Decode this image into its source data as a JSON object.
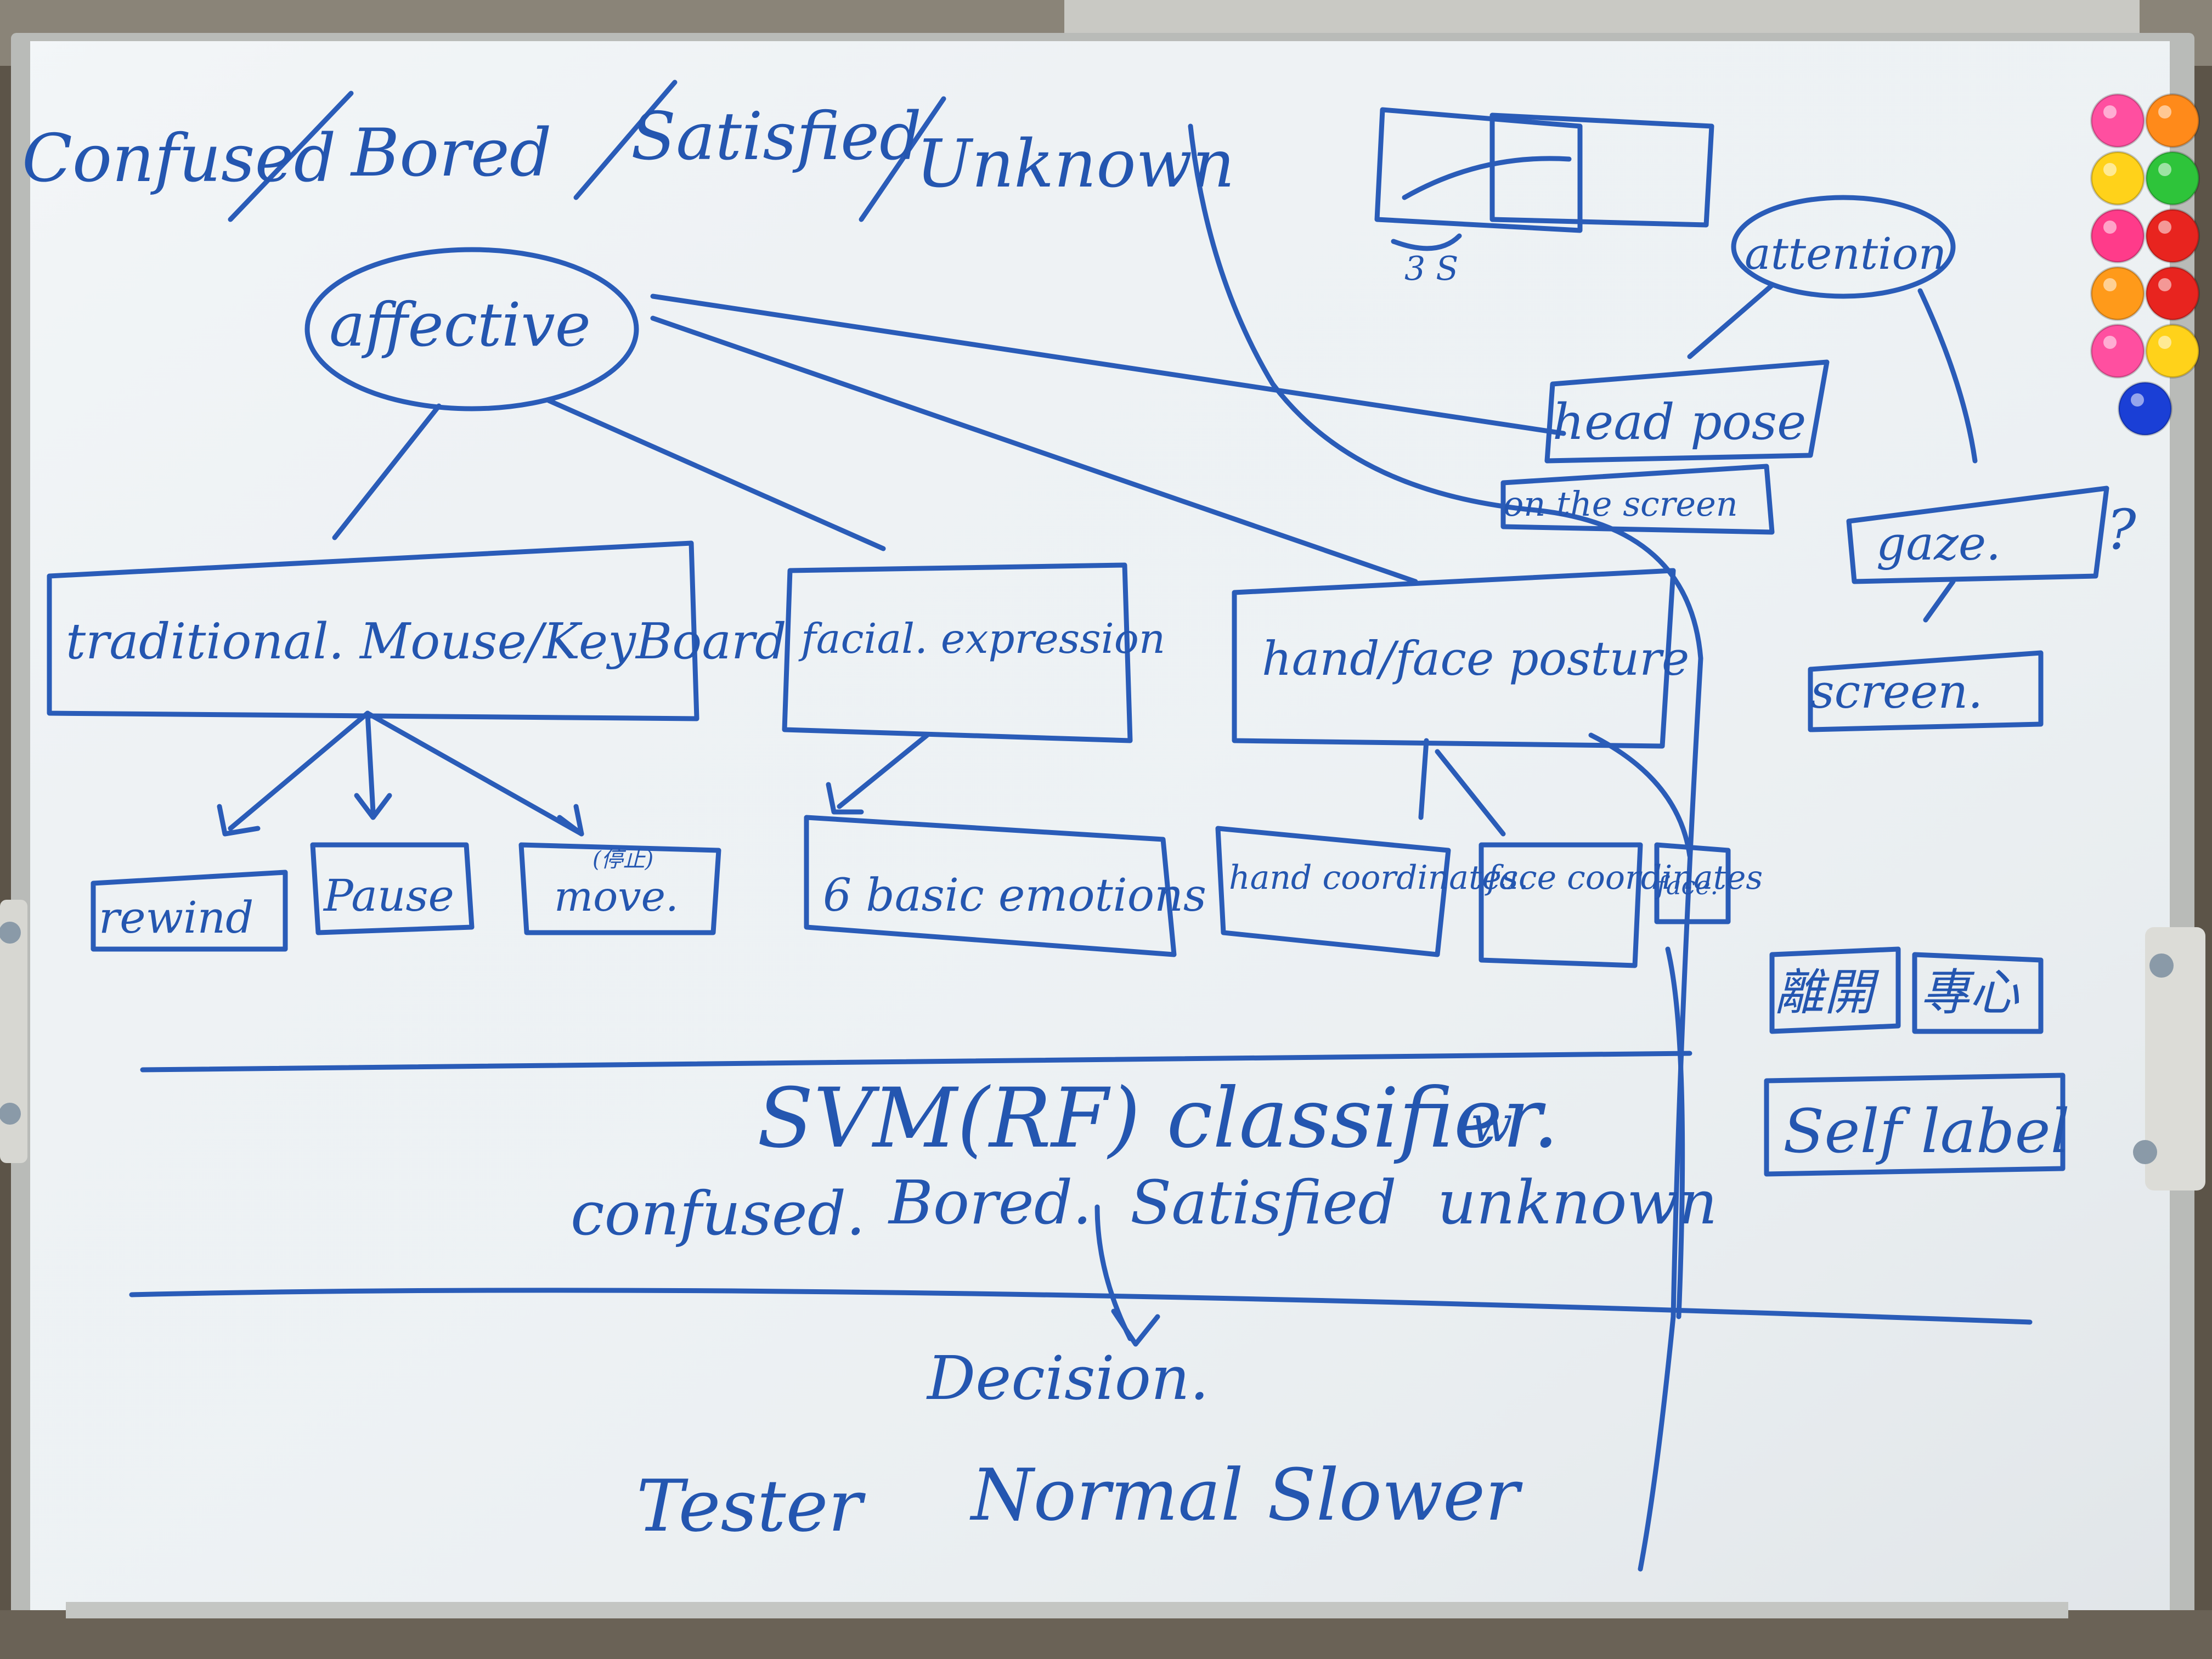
{
  "board": {
    "title_line": [
      "Confused",
      "Bored",
      "Satisfied",
      "Unknown"
    ],
    "nodes": {
      "affective": "affective",
      "attention": "attention",
      "traditional": "traditional. Mouse/KeyBoard",
      "facial": "facial. expression",
      "handface": "hand/face posture",
      "head_pose": "head pose",
      "on_screen": "on the screen",
      "gaze": "gaze.",
      "gaze_q": "?",
      "screen": "screen.",
      "rewind": "rewind",
      "pause": "Pause",
      "move": "move.",
      "move_note": "(停止)",
      "basic": "6 basic emotions",
      "hand_coord": "hand coordinates.",
      "face_coord": "face coordinates",
      "face_small": "face.",
      "three_s": "3 S",
      "cjk1": "離開",
      "cjk2": "專心",
      "self_label": "Self label"
    },
    "classifier": "SVM(RF) classifier.",
    "classifier_aside": "w",
    "classes": [
      "confused.",
      "Bored.",
      "Satisfied",
      "unknown"
    ],
    "decision": "Decision.",
    "levels": [
      "Tester",
      "Normal",
      "Slower"
    ]
  },
  "magnets": {
    "colors": [
      "#ff4fa0",
      "#ff8a1a",
      "#ffd21a",
      "#2ec43a",
      "#ff3b8a",
      "#e8241f",
      "#ff9a1a",
      "#e8241f",
      "#ff4fa0",
      "#ffd21a",
      "#1a3fd6"
    ]
  },
  "ink_color": "#2456b0"
}
